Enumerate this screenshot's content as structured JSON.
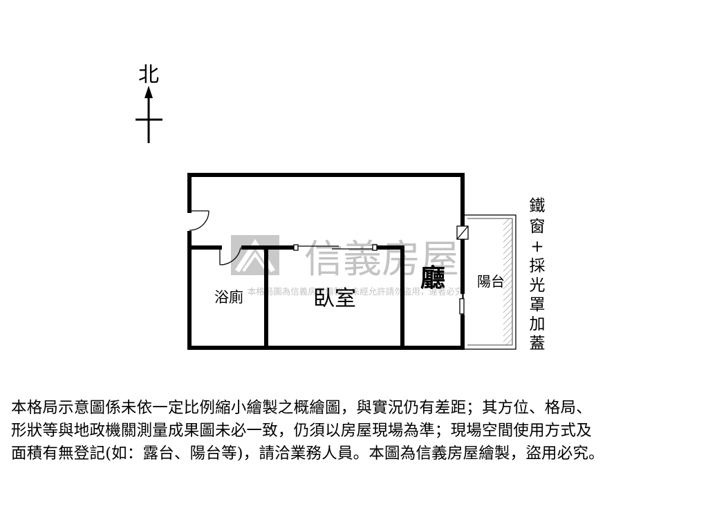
{
  "compass": {
    "label": "北"
  },
  "rooms": {
    "bathroom": "浴廁",
    "bedroom": "臥室",
    "living": "廳",
    "balcony": "陽台"
  },
  "balcony_note": [
    "鐵",
    "窗",
    "+",
    "採",
    "光",
    "罩",
    "加",
    "蓋"
  ],
  "watermark": {
    "brand": "信義房屋",
    "notice": "本格局圖為信義房屋繪製，未經允許請勿盜用，違者必究"
  },
  "disclaimer": [
    "本格局示意圖係未依一定比例縮小繪製之概繪圖，與實況仍有差距；其方位、格局、",
    "形狀等與地政機關測量成果圖未必一致，仍須以房屋現場為準；現場空間使用方式及",
    "面積有無登記(如：露台、陽台等)，請洽業務人員。本圖為信義房屋繪製，盜用必究。"
  ],
  "colors": {
    "wall": "#000000",
    "watermark": "#bdbdbd",
    "hatch": "#9a9a9a"
  }
}
